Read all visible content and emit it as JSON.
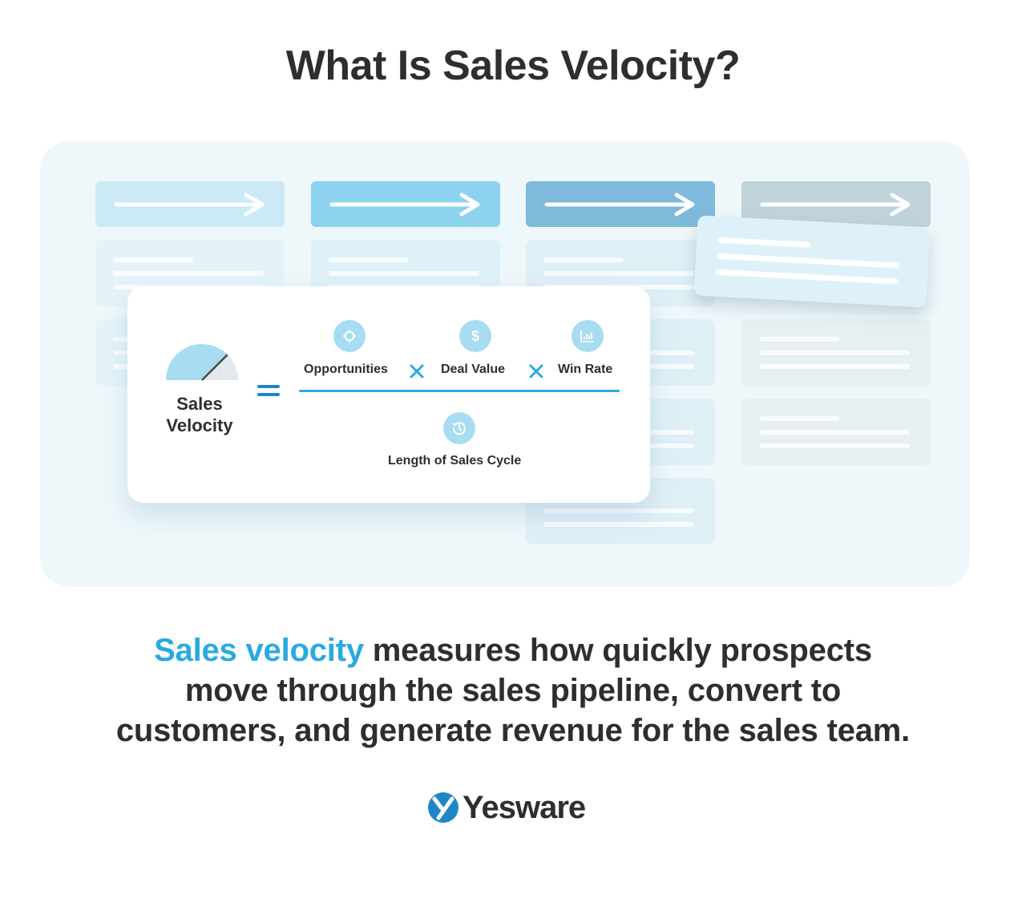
{
  "title": "What Is Sales Velocity?",
  "board": {
    "columns": [
      {
        "header_color": "#cbeaf5",
        "card_color": "#e5f3f9"
      },
      {
        "header_color": "#8dd2ee",
        "card_color": "#dff1f8"
      },
      {
        "header_color": "#7fb9db",
        "card_color": "#dfeff6"
      },
      {
        "header_color": "#c0d3db",
        "card_color": "#e6f0f3"
      }
    ],
    "icon": "arrow-right-icon"
  },
  "formula": {
    "result_label_line1": "Sales",
    "result_label_line2": "Velocity",
    "result_icon": "gauge-icon",
    "equals_icon": "equals-icon",
    "numerator": [
      {
        "label": "Opportunities",
        "icon": "target-icon"
      },
      {
        "label": "Deal Value",
        "icon": "dollar-icon"
      },
      {
        "label": "Win Rate",
        "icon": "bar-chart-icon"
      }
    ],
    "operator_icon": "multiply-icon",
    "denominator": {
      "label": "Length of Sales Cycle",
      "icon": "history-clock-icon"
    }
  },
  "description": {
    "highlight": "Sales velocity",
    "line1_rest": " measures how quickly prospects",
    "line2": "move through the sales pipeline, convert to",
    "line3": "customers, and generate revenue for the sales team."
  },
  "brand": {
    "name": "Yesware",
    "logo_icon": "yesware-logo-icon",
    "accent": "#2aaae2",
    "logo_blue": "#1f86c6",
    "text_color": "#2e2e2e"
  }
}
